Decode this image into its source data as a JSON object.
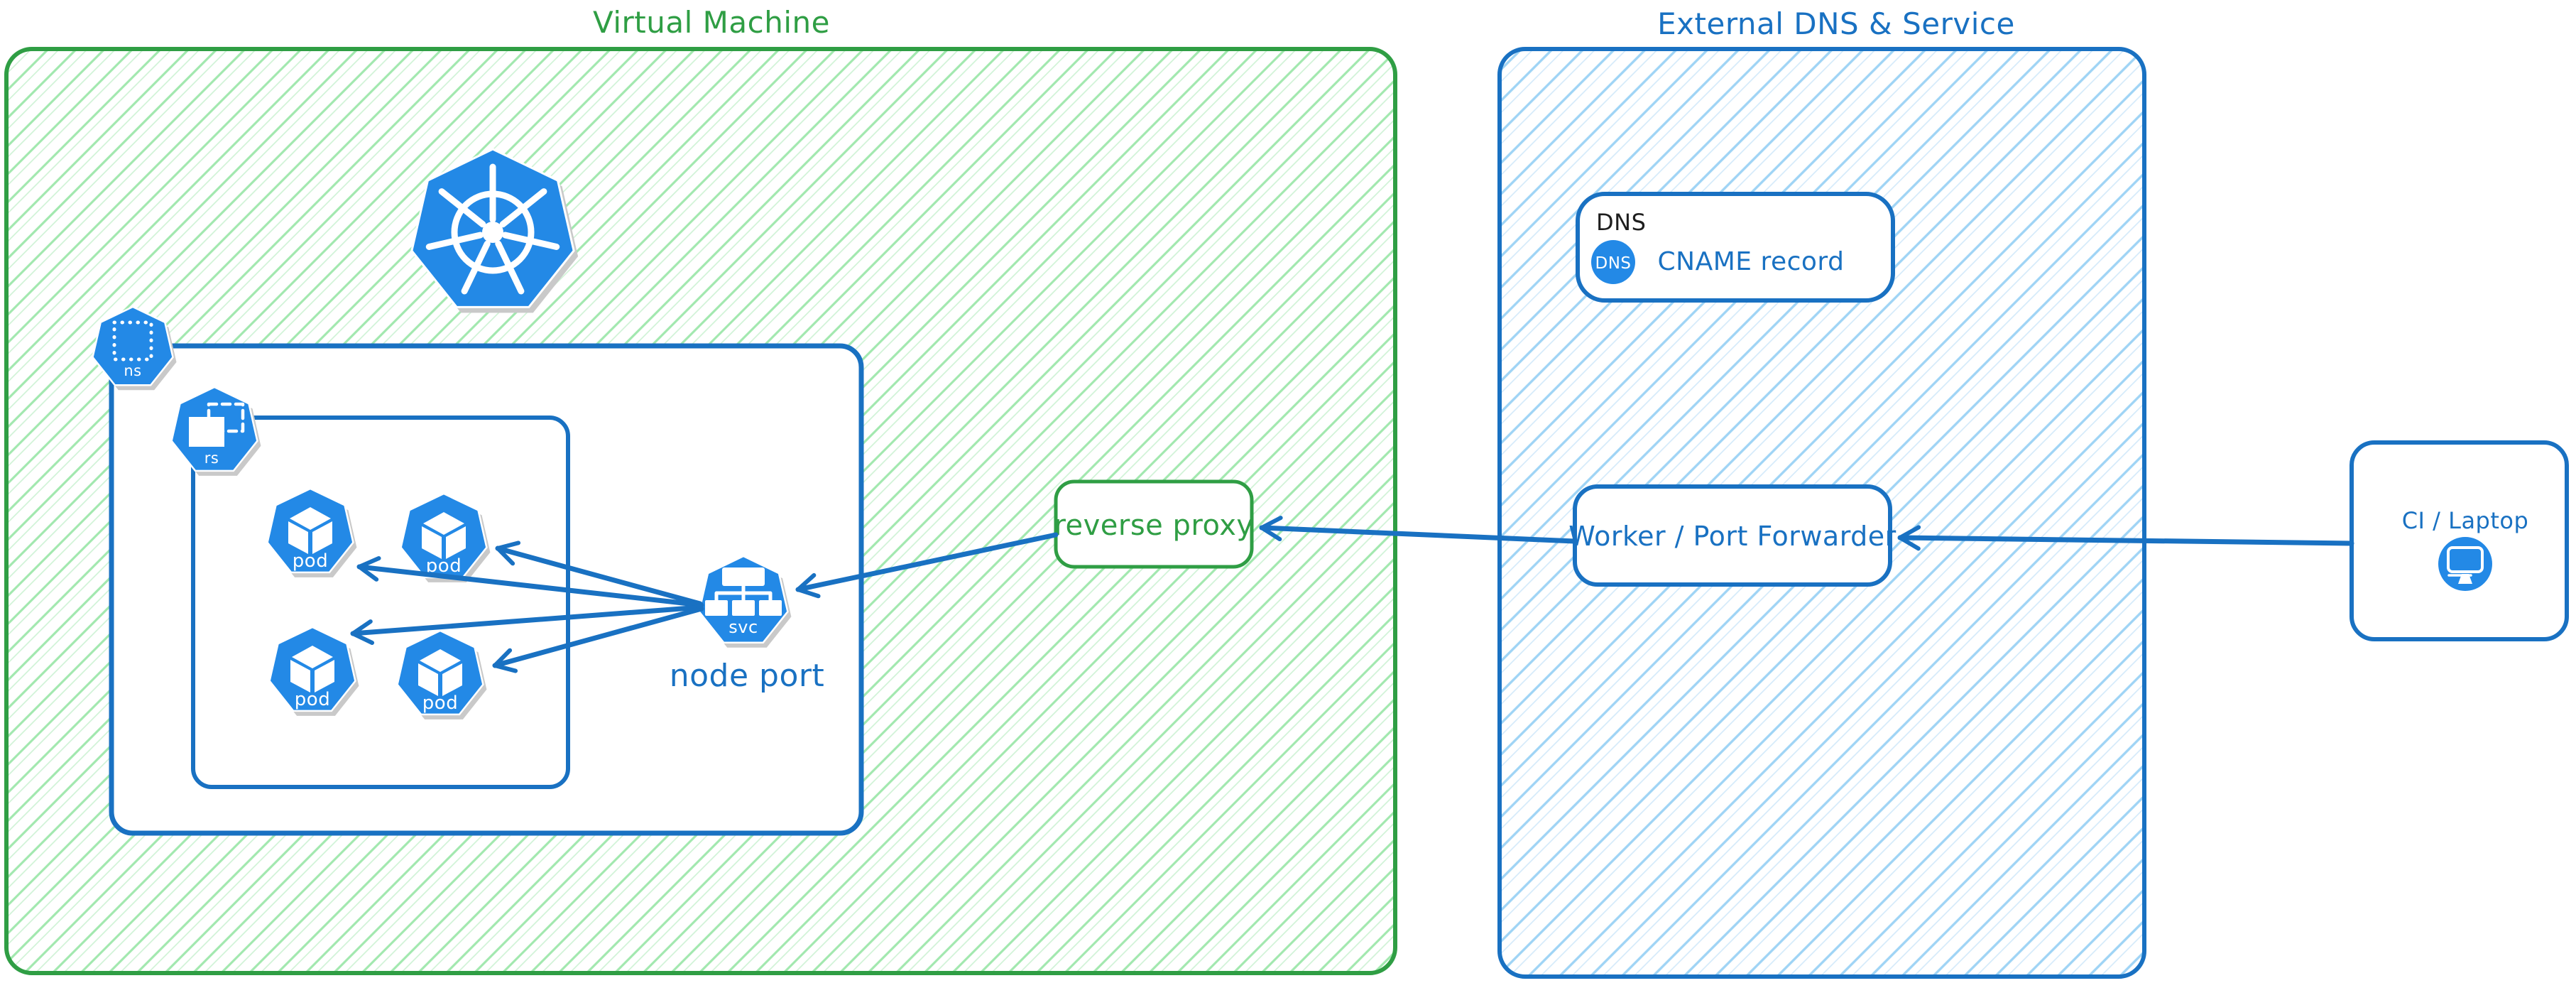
{
  "vm": {
    "title": "Virtual Machine",
    "reverse_proxy": "reverse proxy",
    "node_port": "node port",
    "ns": "ns",
    "rs": "rs",
    "svc": "svc",
    "pod": "pod"
  },
  "external": {
    "title": "External DNS & Service",
    "dns_group": "DNS",
    "dns_icon": "DNS",
    "cname": "CNAME record",
    "worker": "Worker / Port Forwarder"
  },
  "client": {
    "label": "CI / Laptop"
  },
  "colors": {
    "green": "#2f9e44",
    "green_hatch": "#a2e8af",
    "green_hatch_light": "#cdf2d4",
    "blue": "#1971c2",
    "blue_hatch": "#9fd4f5",
    "blue_hatch_light": "#d2e9fa",
    "icon_blue": "#2389e6",
    "label_black": "#1e1e1e",
    "white": "#ffffff"
  }
}
